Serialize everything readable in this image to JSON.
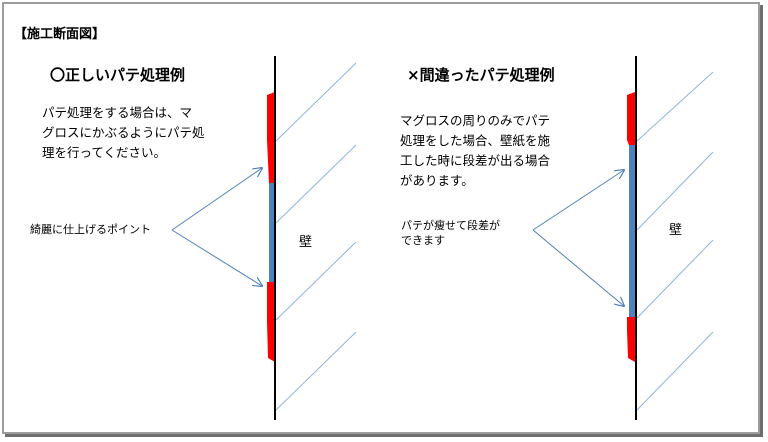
{
  "title": "【施工断面図】",
  "correct": {
    "heading": "〇正しいパテ処理例",
    "description": [
      "パテ処理をする場合は、マ",
      "グロスにかぶるようにパテ処",
      "理を行ってください。"
    ],
    "point_label": "綺麗に仕上げるポイント",
    "wall_label": "壁"
  },
  "wrong": {
    "heading": "×間違ったパテ処理例",
    "description": [
      "マグロスの周りのみでパテ",
      "処理をした場合、壁紙を施",
      "工した時に段差が出る場合",
      "があります。"
    ],
    "note": [
      "パテが瘦せて段差が",
      "できます"
    ],
    "wall_label": "壁"
  },
  "colors": {
    "frame": "#9c9c9c",
    "wall_line": "#000000",
    "putty": "#ff0000",
    "magloss": "#4f81bd",
    "hatch": "#8eb4e3",
    "arrow": "#4f81bd"
  }
}
